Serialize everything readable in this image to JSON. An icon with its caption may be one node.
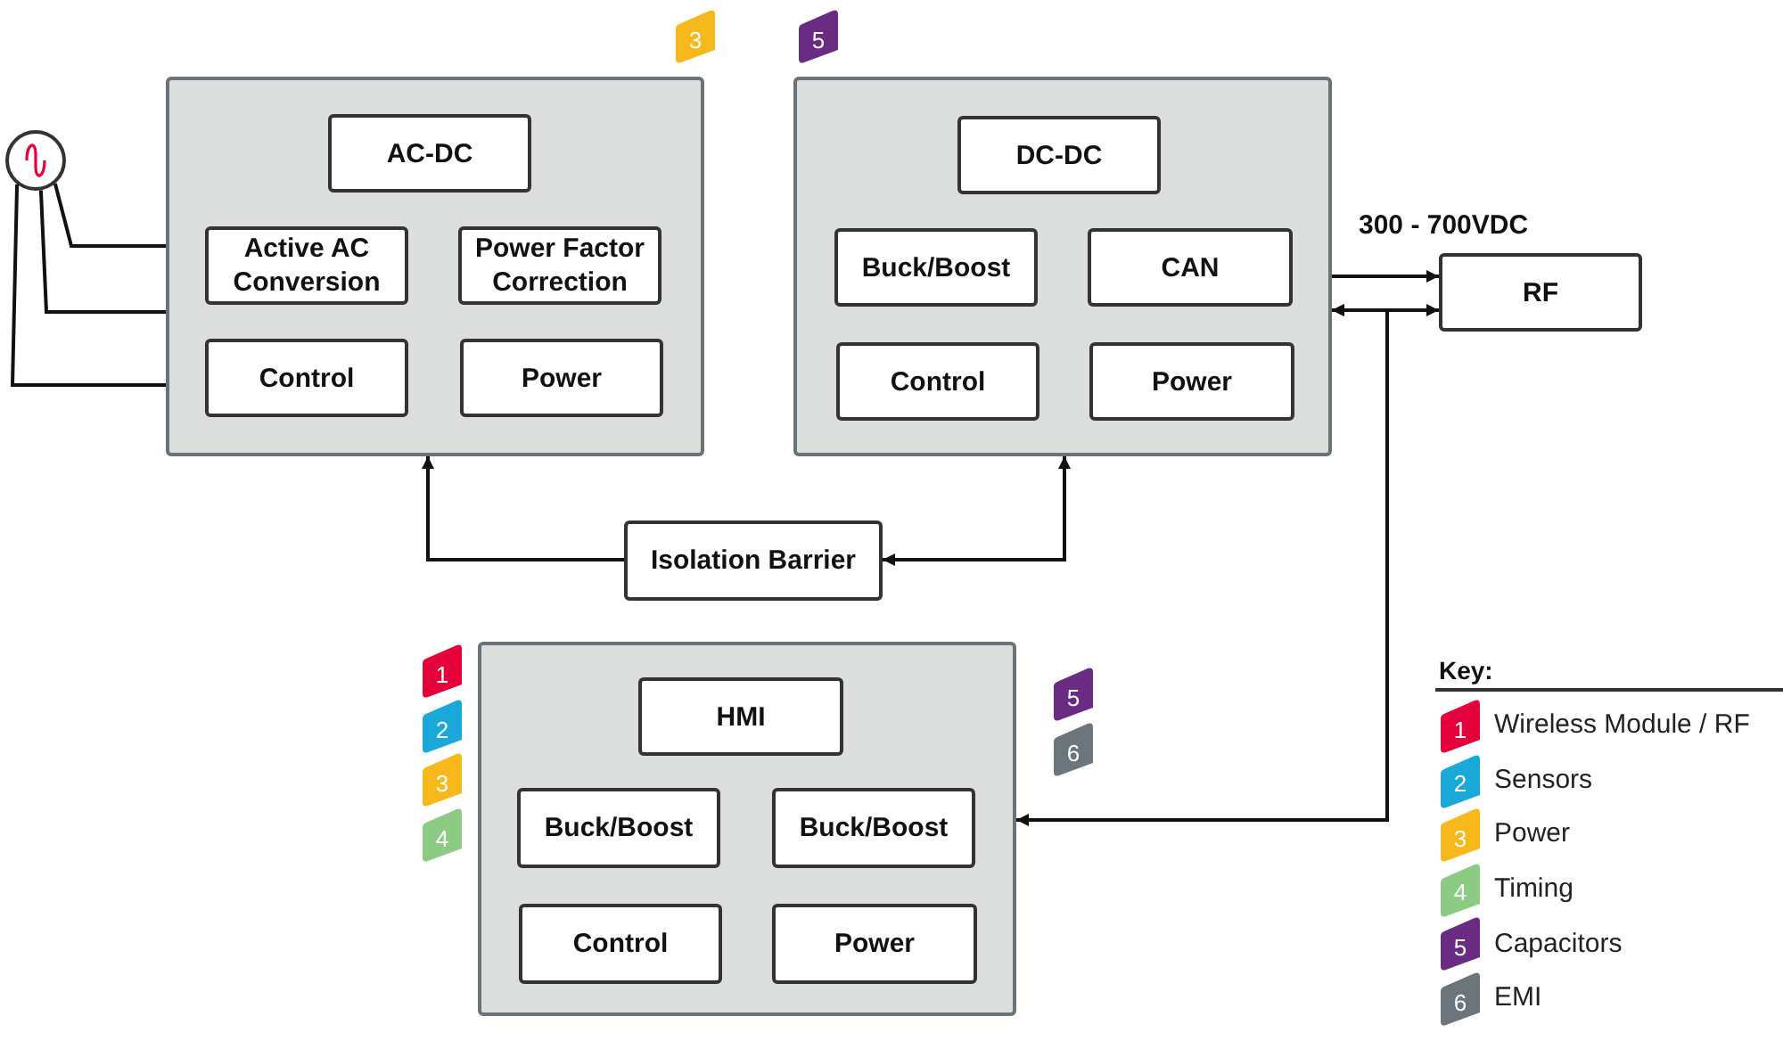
{
  "diagram": {
    "nodes": [
      {
        "text": [],
        "shape": "circle"
      },
      {
        "text": [],
        "shape": "box",
        "beside": [
          "3"
        ]
      },
      {
        "text": [
          "AC-DC"
        ],
        "in": 1
      },
      {
        "text": [
          "Active AC Conversion"
        ],
        "in": 1
      },
      {
        "text": [
          "Power Factor Correction"
        ],
        "in": 1
      },
      {
        "text": [
          "Control"
        ],
        "in": 1
      },
      {
        "text": [
          "Power"
        ],
        "in": 1
      },
      {
        "text": [],
        "shape": "box",
        "beside": [
          "5"
        ]
      },
      {
        "text": [
          "DC-DC"
        ],
        "in": 7
      },
      {
        "text": [
          "Buck/Boost"
        ],
        "in": 7
      },
      {
        "text": [
          "CAN"
        ],
        "in": 7
      },
      {
        "text": [
          "Control"
        ],
        "in": 7
      },
      {
        "text": [
          "Power"
        ],
        "in": 7
      },
      {
        "text": [
          "RF"
        ]
      },
      {
        "text": [
          "Isolation Barrier"
        ]
      },
      {
        "text": [],
        "shape": "box",
        "beside": [
          "1",
          "2",
          "3",
          "4",
          "5",
          "6"
        ]
      },
      {
        "text": [
          "HMI"
        ],
        "in": 15
      },
      {
        "text": [
          "Buck/Boost"
        ],
        "in": 15
      },
      {
        "text": [
          "Buck/Boost"
        ],
        "in": 15
      },
      {
        "text": [
          "Control"
        ],
        "in": 15
      },
      {
        "text": [
          "Power"
        ],
        "in": 15
      }
    ],
    "edges": [
      {
        "from": 0,
        "to": 1,
        "arrow": "none"
      },
      {
        "from": 0,
        "to": 1,
        "arrow": "none"
      },
      {
        "from": 0,
        "to": 1,
        "arrow": "none"
      },
      {
        "from": 7,
        "to": 13,
        "arrow": "to",
        "label": "300 - 700VDC"
      },
      {
        "from": 7,
        "to": 13,
        "arrow": "both"
      },
      {
        "from": 7,
        "to": 15,
        "arrow": "both"
      },
      {
        "from": 14,
        "to": 7,
        "arrow": "both"
      },
      {
        "from": 14,
        "to": 1,
        "arrow": "to"
      }
    ],
    "labels": [
      "Key:",
      "1",
      "2",
      "3",
      "4",
      "5",
      "6"
    ],
    "legend": [
      {
        "text": "Wireless Module / RF",
        "color": "#e4003a"
      },
      {
        "text": "Sensors",
        "color": "#1aa8d8"
      },
      {
        "text": "Power",
        "color": "#f7b81c"
      },
      {
        "text": "Timing",
        "color": "#8ccb84"
      },
      {
        "text": "Capacitors",
        "color": "#6a2c82"
      },
      {
        "text": "EMI",
        "color": "#6c747c"
      }
    ]
  }
}
